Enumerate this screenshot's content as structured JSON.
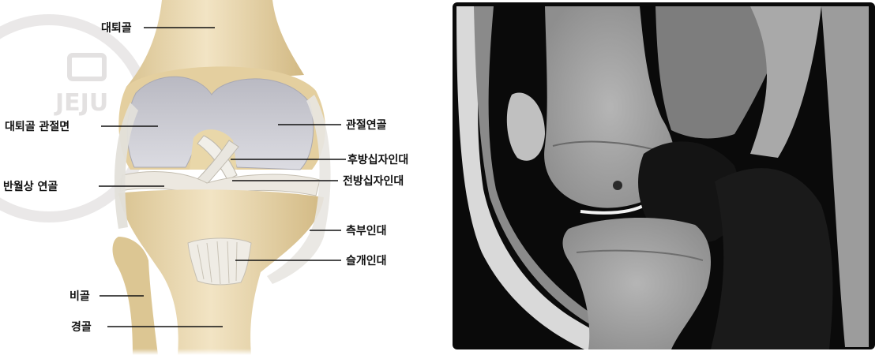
{
  "diagram": {
    "labels": {
      "femur": "대퇴골",
      "femoral_articular_surface": "대퇴골 관절면",
      "articular_cartilage": "관절연골",
      "pcl": "후방십자인대",
      "acl": "전방십자인대",
      "meniscus": "반월상 연골",
      "collateral_ligament": "측부인대",
      "patellar_ligament": "슬개인대",
      "fibula": "비골",
      "tibia": "경골"
    }
  },
  "watermark": {
    "text": "JEJU",
    "color": "#e0dede"
  },
  "colors": {
    "bone": "#e8d6ae",
    "bone_shadow": "#cdb47e",
    "cartilage": "#c9c9cf",
    "ligament": "#e6e3dd",
    "mri_bg": "#0a0a0a"
  }
}
